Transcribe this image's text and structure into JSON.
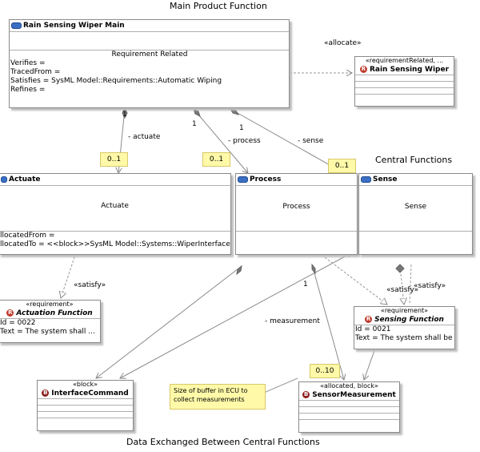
{
  "titles": {
    "main": "Main Product Function",
    "central": "Central Functions",
    "data": "Data Exchanged Between Central Functions"
  },
  "main_block": {
    "name": "Rain Sensing Wiper Main",
    "section": "Requirement Related",
    "verifies": "Verifies =",
    "traced_from": "TracedFrom =",
    "satisfies": "Satisfies = SysML Model::Requirements::Automatic Wiping",
    "refines": "Refines ="
  },
  "allocate_label": "«allocate»",
  "rsw_block": {
    "stereotype": "«requirementRelated, ...",
    "name": "Rain Sensing Wiper"
  },
  "actuate_block": {
    "name": "Actuate",
    "body": "Actuate",
    "allocated_from": "llocatedFrom =",
    "allocated_to": "llocatedTo = <<block>>SysML Model::Systems::WiperInterface"
  },
  "process_block": {
    "name": "Process",
    "body": "Process"
  },
  "sense_block": {
    "name": "Sense",
    "body": "Sense"
  },
  "actuation_req": {
    "stereotype": "«requirement»",
    "name": "Actuation Function",
    "id": "Id = 0022",
    "text": "Text = The system shall ..."
  },
  "sensing_req": {
    "stereotype": "«requirement»",
    "name": "Sensing Function",
    "id": "Id = 0021",
    "text": "Text = The system shall be ..."
  },
  "interface_block": {
    "stereotype": "«block»",
    "name": "InterfaceCommand"
  },
  "sensor_block": {
    "stereotype": "«allocated, block»",
    "name": "SensorMeasurement"
  },
  "note": {
    "text": "Size of buffer in ECU to collect measurements"
  },
  "edge_labels": {
    "one_actuate": "1",
    "actuate": "- actuate",
    "one_process": "1",
    "process": "- process",
    "one_sense": "1",
    "sense": "- sense",
    "one_measure": "1",
    "measurement": "- measurement",
    "satisfy_left": "«satisfy»",
    "satisfy_sense": "«satisfy»",
    "satisfy_sense2": "«satisfy»"
  },
  "multiplicities": {
    "actuate": "0..1",
    "process": "0..1",
    "sense": "0..1",
    "measurement": "0..10"
  },
  "icons": {
    "block_head": "block-icon",
    "requirement": "requirement-r-icon",
    "block_b": "block-b-icon"
  },
  "colors": {
    "head_icon": "#3b6fc4",
    "req_icon": "#c0392b",
    "note_fill": "#fff9a8",
    "edge": "#8a8a8a"
  }
}
